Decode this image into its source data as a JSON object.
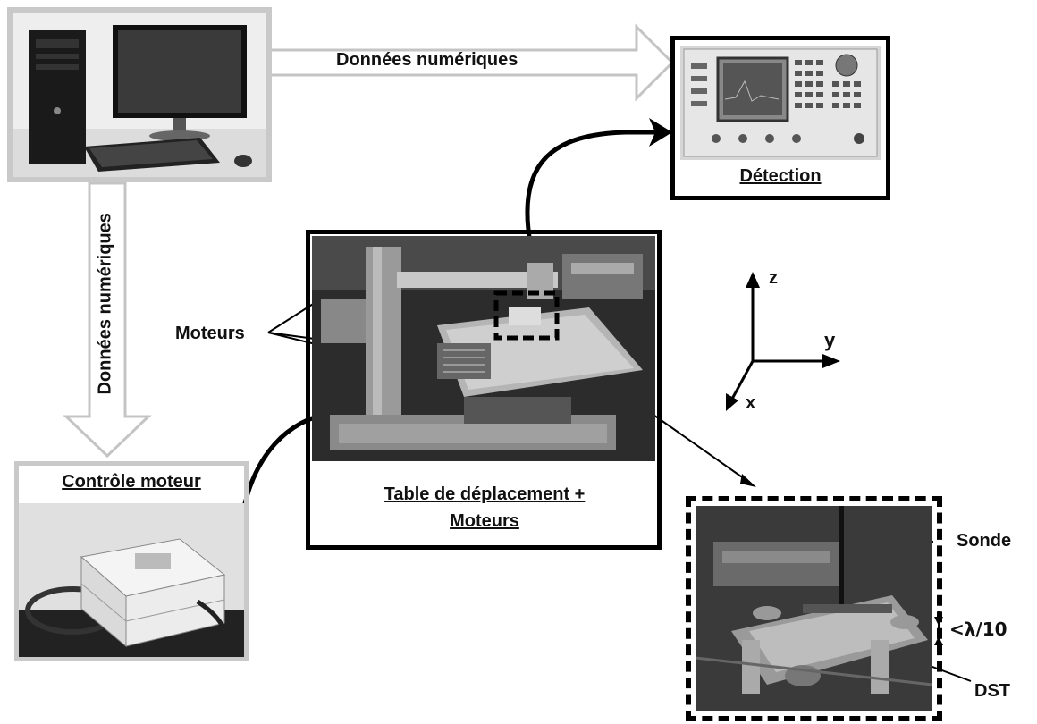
{
  "labels": {
    "digital_data_top": "Données numériques",
    "digital_data_left": "Données numériques",
    "detection": "Détection",
    "motor_control": "Contrôle moteur",
    "table_line1": "Table de déplacement +",
    "table_line2": "Moteurs",
    "motors": "Moteurs",
    "probe": "Sonde",
    "distance": "<λ/10",
    "dut": "DST"
  },
  "axes": {
    "z": "z",
    "y": "y",
    "x": "x"
  },
  "photos": {
    "computer": "desktop-computer-photo",
    "analyzer": "spectrum-analyzer-photo",
    "controller": "motor-controller-photo",
    "bench": "positioning-table-photo",
    "closeup": "probe-closeup-photo"
  },
  "colors": {
    "frame_light": "#c9c9c9",
    "frame_dark": "#000000",
    "hollow_arrow_stroke": "#c4c4c4"
  }
}
